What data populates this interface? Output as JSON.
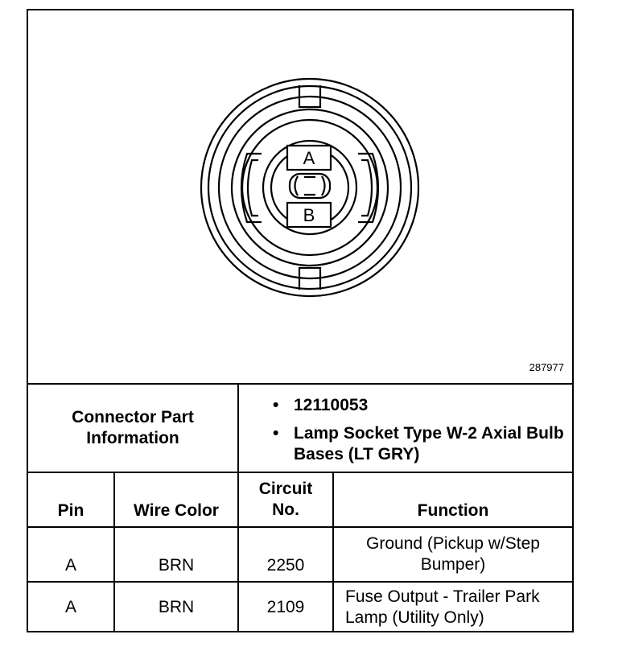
{
  "figure_number": "287977",
  "terminals": {
    "a": "A",
    "b": "B"
  },
  "connector_info": {
    "label": "Connector Part Information",
    "items": [
      "12110053",
      "Lamp Socket Type W-2 Axial Bulb Bases (LT GRY)"
    ]
  },
  "table": {
    "headers": {
      "pin": "Pin",
      "wire_color": "Wire Color",
      "circuit": "Circuit No.",
      "function": "Function"
    },
    "rows": [
      {
        "pin": "A",
        "wire_color": "BRN",
        "circuit": "2250",
        "function": "Ground (Pickup w/Step Bumper)"
      },
      {
        "pin": "A",
        "wire_color": "BRN",
        "circuit": "2109",
        "function": "Fuse Output - Trailer Park Lamp (Utility Only)"
      }
    ]
  }
}
